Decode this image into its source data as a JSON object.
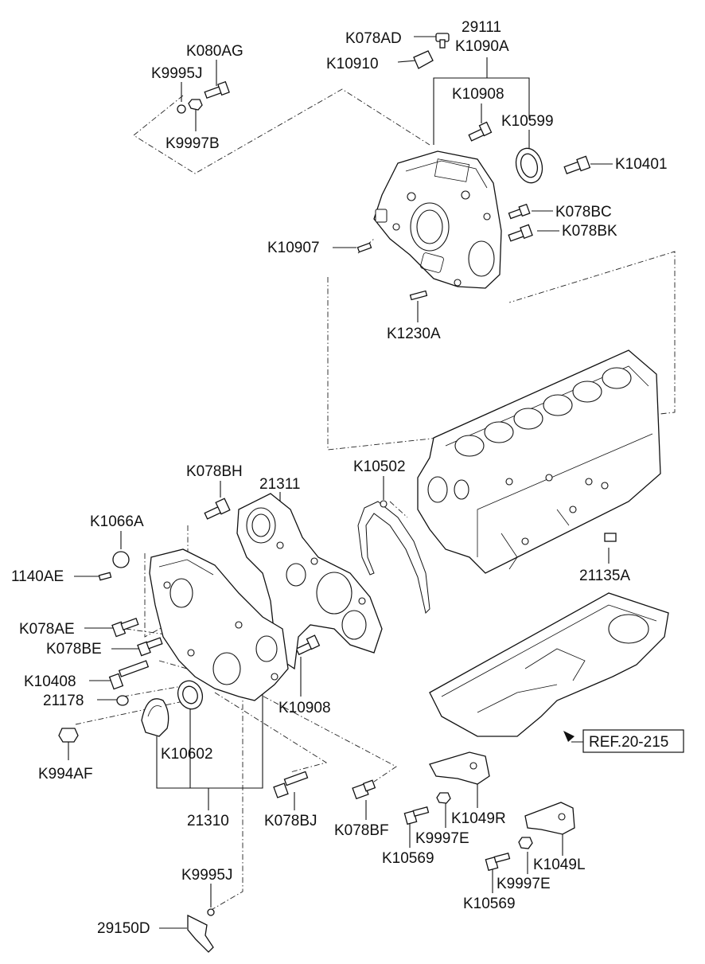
{
  "diagram": {
    "labels": {
      "k078ad": "K078AD",
      "p29111": "29111",
      "k1090a": "K1090A",
      "k10910": "K10910",
      "k080ag": "K080AG",
      "k9995j_top": "K9995J",
      "k9997b": "K9997B",
      "k10908_top": "K10908",
      "k10599": "K10599",
      "k10401": "K10401",
      "k078bc": "K078BC",
      "k078bk": "K078BK",
      "k10907": "K10907",
      "k1230a": "K1230A",
      "k078bh": "K078BH",
      "p21311": "21311",
      "k10502": "K10502",
      "k1066a": "K1066A",
      "p1140ae": "1140AE",
      "p21135a": "21135A",
      "k078ae": "K078AE",
      "k078be": "K078BE",
      "k10408": "K10408",
      "p21178": "21178",
      "k10908_bot": "K10908",
      "k994af": "K994AF",
      "k10602": "K10602",
      "ref": "REF.20-215",
      "p21310": "21310",
      "k078bj": "K078BJ",
      "k078bf": "K078BF",
      "k1049r": "K1049R",
      "k9997e_1": "K9997E",
      "k10569_1": "K10569",
      "k1049l": "K1049L",
      "k9997e_2": "K9997E",
      "k10569_2": "K10569",
      "k9995j_bot": "K9995J",
      "p29150d": "29150D"
    }
  }
}
